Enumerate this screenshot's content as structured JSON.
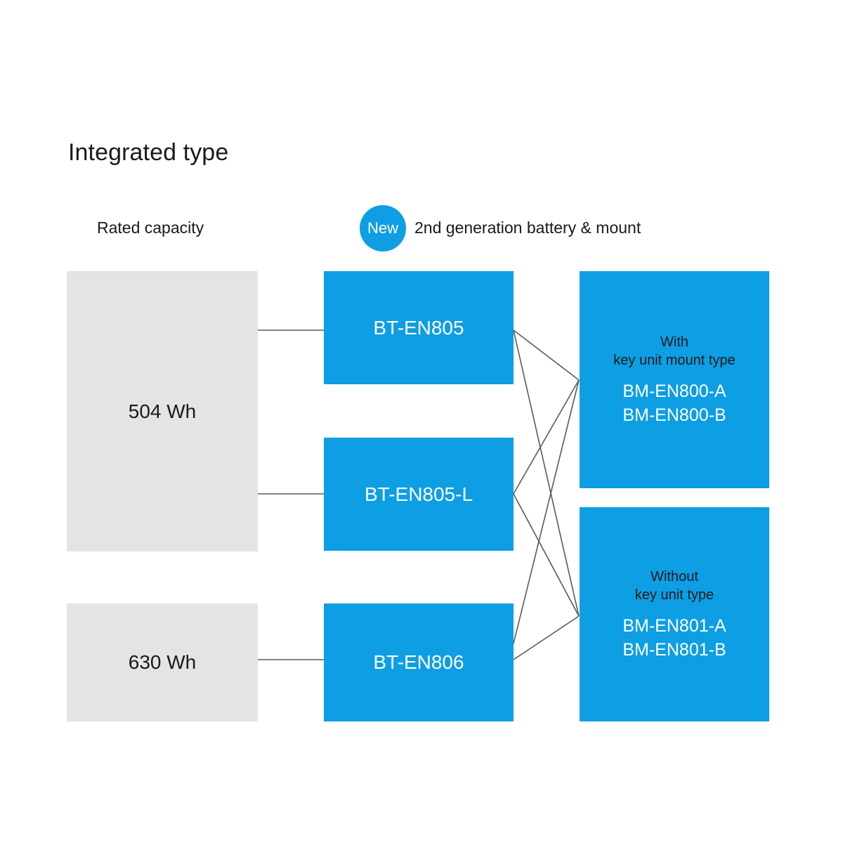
{
  "title": "Integrated type",
  "columns": {
    "capacity_label": "Rated capacity",
    "generation_label": "2nd generation battery & mount",
    "new_badge": "New"
  },
  "colors": {
    "brand_blue": "#0d9ee4",
    "gray_box": "#e4e4e4",
    "line": "#5a5a5a",
    "text_dark": "#1a1a1a",
    "text_light": "#ffffff"
  },
  "capacities": [
    {
      "id": "cap-504",
      "value": "504 Wh"
    },
    {
      "id": "cap-630",
      "value": "630 Wh"
    }
  ],
  "batteries": [
    {
      "id": "bat-805",
      "model": "BT-EN805"
    },
    {
      "id": "bat-805l",
      "model": "BT-EN805-L"
    },
    {
      "id": "bat-806",
      "model": "BT-EN806"
    }
  ],
  "mounts": [
    {
      "id": "mount-800",
      "type_line1": "With",
      "type_line2": "key unit mount type",
      "codes": [
        "BM-EN800-A",
        "BM-EN800-B"
      ]
    },
    {
      "id": "mount-801",
      "type_line1": "Without",
      "type_line2": "key unit type",
      "codes": [
        "BM-EN801-A",
        "BM-EN801-B"
      ]
    }
  ],
  "connections": {
    "capacity_to_battery": [
      {
        "from": "504 Wh",
        "to": "BT-EN805"
      },
      {
        "from": "504 Wh",
        "to": "BT-EN805-L"
      },
      {
        "from": "630 Wh",
        "to": "BT-EN806"
      }
    ],
    "battery_to_mount": [
      {
        "from": "BT-EN805",
        "to": "BM-EN800"
      },
      {
        "from": "BT-EN805",
        "to": "BM-EN801"
      },
      {
        "from": "BT-EN805-L",
        "to": "BM-EN800"
      },
      {
        "from": "BT-EN805-L",
        "to": "BM-EN801"
      },
      {
        "from": "BT-EN806",
        "to": "BM-EN800"
      },
      {
        "from": "BT-EN806",
        "to": "BM-EN801"
      }
    ]
  }
}
